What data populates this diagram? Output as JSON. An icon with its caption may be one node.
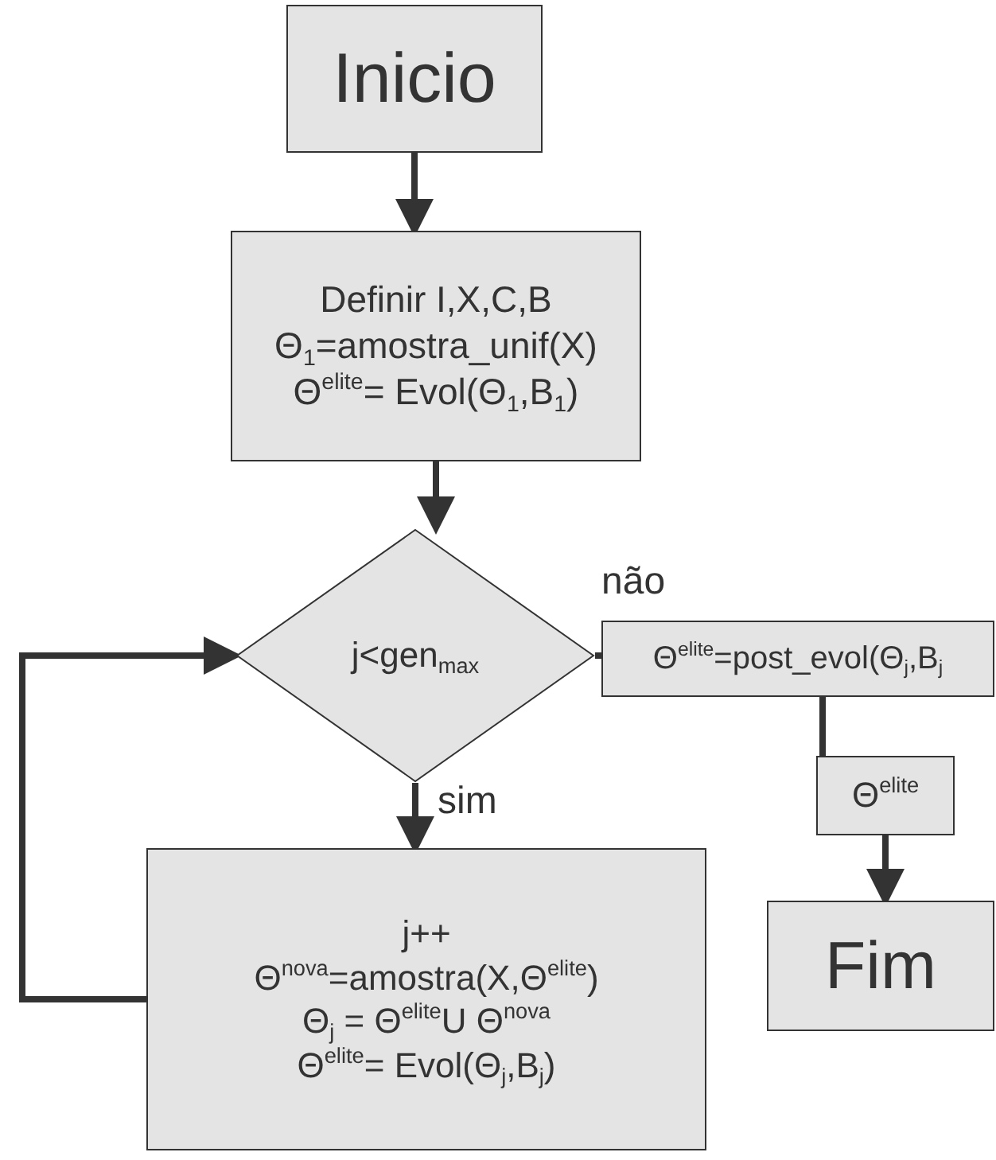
{
  "diagram": {
    "nodes": [
      {
        "text": [
          "Inicio"
        ]
      },
      {
        "text": [
          "Definir I,X,C,B",
          "Θ$_{1}$=amostra_unif(X)",
          "Θ$^{elite}$= Evol(Θ$_{1}$,B$_{1}$)"
        ]
      },
      {
        "text": [
          "j<gen$_{max}$"
        ]
      },
      {
        "text": [
          "Θ$^{elite}$=post_evol(Θ$_{j}$,B$_{j}$"
        ]
      },
      {
        "text": [
          "Θ$^{elite}$"
        ]
      },
      {
        "text": [
          "Fim"
        ]
      },
      {
        "text": [
          "j++",
          "Θ$^{nova}$=amostra(X,Θ$^{elite}$)",
          "Θ$_{j}$ = Θ$^{elite}$U Θ$^{nova}$",
          "Θ$^{elite}$= Evol(Θ$_{j}$,B$_{j}$)"
        ]
      }
    ],
    "edges": [
      {
        "from": 0,
        "to": 1,
        "arrow": "to"
      },
      {
        "from": 1,
        "to": 2,
        "arrow": "to"
      },
      {
        "from": 2,
        "to": 3,
        "arrow": "none",
        "label": "não"
      },
      {
        "from": 2,
        "to": 6,
        "arrow": "to",
        "label": "sim"
      },
      {
        "from": 3,
        "to": 4,
        "arrow": "none"
      },
      {
        "from": 4,
        "to": 5,
        "arrow": "to"
      },
      {
        "from": 6,
        "to": 2,
        "arrow": "to"
      }
    ]
  }
}
